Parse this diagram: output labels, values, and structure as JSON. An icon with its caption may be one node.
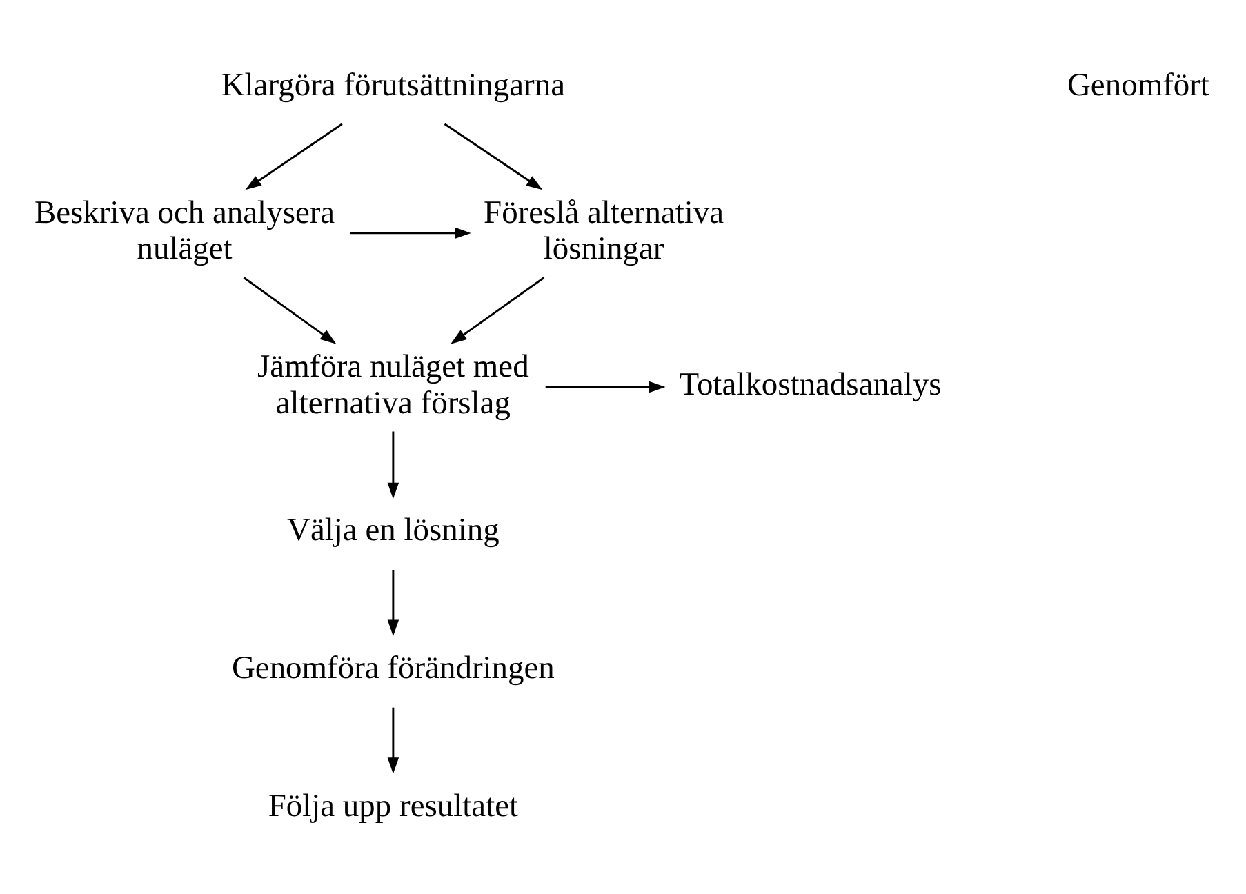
{
  "diagram": {
    "nodes": [
      {
        "text": [
          "Klargöra förutsättningarna"
        ]
      },
      {
        "text": [
          "Beskriva och analysera nuläget"
        ]
      },
      {
        "text": [
          "Föreslå alternativa lösningar"
        ]
      },
      {
        "text": [
          "Jämföra nuläget med alternativa förslag"
        ]
      },
      {
        "text": [
          "Totalkostnadsanalys"
        ]
      },
      {
        "text": [
          "Välja en lösning"
        ]
      },
      {
        "text": [
          "Genomföra förändringen"
        ]
      },
      {
        "text": [
          "Följa upp resultatet"
        ]
      }
    ],
    "edges": [
      {
        "from": 0,
        "to": 1,
        "arrow": "to"
      },
      {
        "from": 0,
        "to": 2,
        "arrow": "to"
      },
      {
        "from": 1,
        "to": 2,
        "arrow": "to"
      },
      {
        "from": 1,
        "to": 3,
        "arrow": "to"
      },
      {
        "from": 2,
        "to": 3,
        "arrow": "to"
      },
      {
        "from": 3,
        "to": 4,
        "arrow": "to"
      },
      {
        "from": 3,
        "to": 5,
        "arrow": "to"
      },
      {
        "from": 5,
        "to": 6,
        "arrow": "to"
      },
      {
        "from": 6,
        "to": 7,
        "arrow": "to"
      }
    ],
    "labels": [
      "Genomfört"
    ]
  }
}
